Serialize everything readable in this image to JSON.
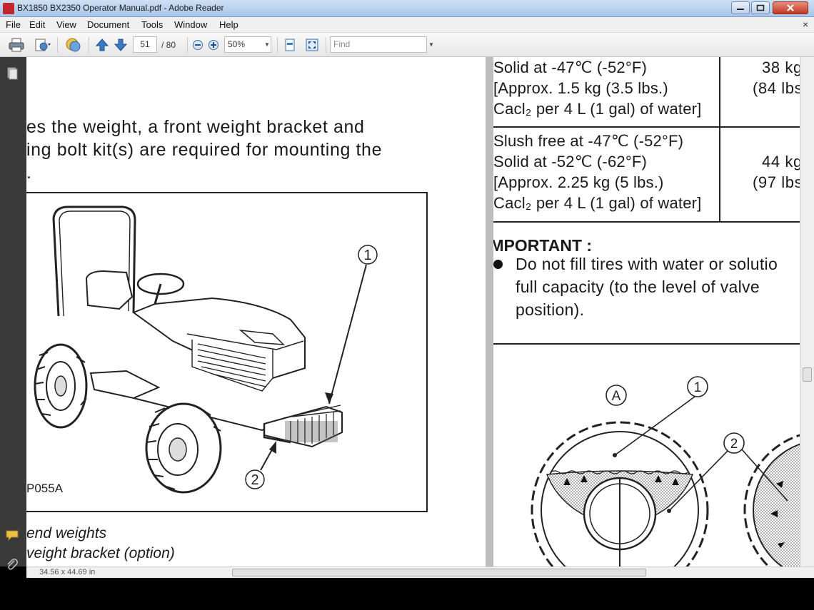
{
  "window": {
    "title": "BX1850 BX2350 Operator Manual.pdf - Adobe Reader"
  },
  "menu": {
    "items": [
      "File",
      "Edit",
      "View",
      "Document",
      "Tools",
      "Window",
      "Help"
    ]
  },
  "toolbar": {
    "page_number": "51",
    "page_total": "/ 80",
    "zoom": "50%",
    "find_placeholder": "Find"
  },
  "left_page": {
    "para_line1": "es the weight, a front weight bracket and",
    "para_line2": "ing bolt kit(s) are required for mounting the",
    "para_line3": ".",
    "figure_code": "P055A",
    "callout1": "1",
    "callout2": "2",
    "caption1": "end weights",
    "caption2": "veight bracket (option)"
  },
  "right_page": {
    "table": [
      {
        "lines": [
          "Solid at -47℃ (-52°F)",
          "[Approx. 1.5 kg (3.5 lbs.)",
          "Cacl₂ per 4 L (1 gal) of water]"
        ],
        "weight": [
          "38 kg",
          "(84 lbs"
        ]
      },
      {
        "lines": [
          "Slush free at -47℃ (-52°F)",
          "Solid at -52℃ (-62°F)",
          "[Approx. 2.25 kg (5 lbs.)",
          "Cacl₂ per 4 L (1 gal) of water]"
        ],
        "weight": [
          "44 kg",
          "(97 lbs"
        ]
      }
    ],
    "important_title": "IMPORTANT :",
    "important_line1": "Do not fill tires with water or solutio",
    "important_line2": "full capacity (to the level of valve",
    "important_line3": "position).",
    "fig_label_a": "A",
    "fig_callout1": "1",
    "fig_callout2": "2"
  },
  "status": {
    "page_size": "34.56 x 44.69 in"
  }
}
